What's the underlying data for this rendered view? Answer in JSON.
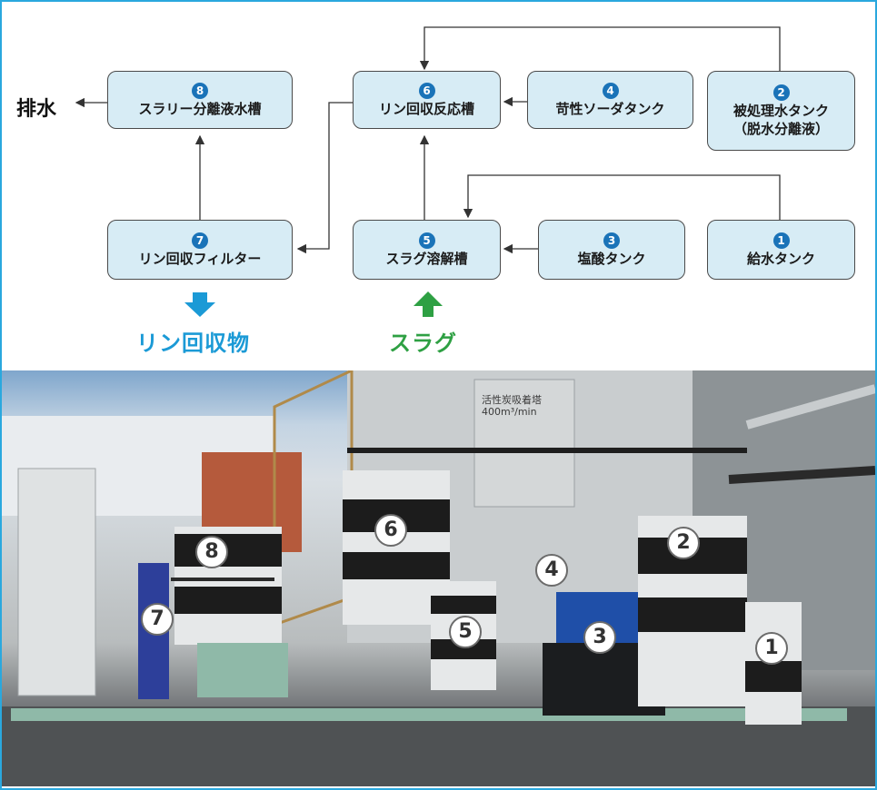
{
  "diagram": {
    "drain_label": "排水",
    "recovered_label": "リン回収物",
    "slag_label": "スラグ",
    "nodes": [
      {
        "num": "1",
        "line1": "給水タンク",
        "line2": ""
      },
      {
        "num": "2",
        "line1": "被処理水タンク",
        "line2": "（脱水分離液）"
      },
      {
        "num": "3",
        "line1": "塩酸タンク",
        "line2": ""
      },
      {
        "num": "4",
        "line1": "苛性ソーダタンク",
        "line2": ""
      },
      {
        "num": "5",
        "line1": "スラグ溶解槽",
        "line2": ""
      },
      {
        "num": "6",
        "line1": "リン回収反応槽",
        "line2": ""
      },
      {
        "num": "7",
        "line1": "リン回収フィルター",
        "line2": ""
      },
      {
        "num": "8",
        "line1": "スラリー分離液水槽",
        "line2": ""
      }
    ],
    "colors": {
      "node_fill": "#d7ecf5",
      "number_circle": "#1a73b8",
      "recovered_arrow": "#1b9ad6",
      "slag_arrow": "#2ea043",
      "frame": "#2aa8de"
    }
  },
  "photo": {
    "sign_text": "活性炭吸着塔\n400m³/min",
    "badges": [
      "1",
      "2",
      "3",
      "4",
      "5",
      "6",
      "7",
      "8"
    ]
  }
}
